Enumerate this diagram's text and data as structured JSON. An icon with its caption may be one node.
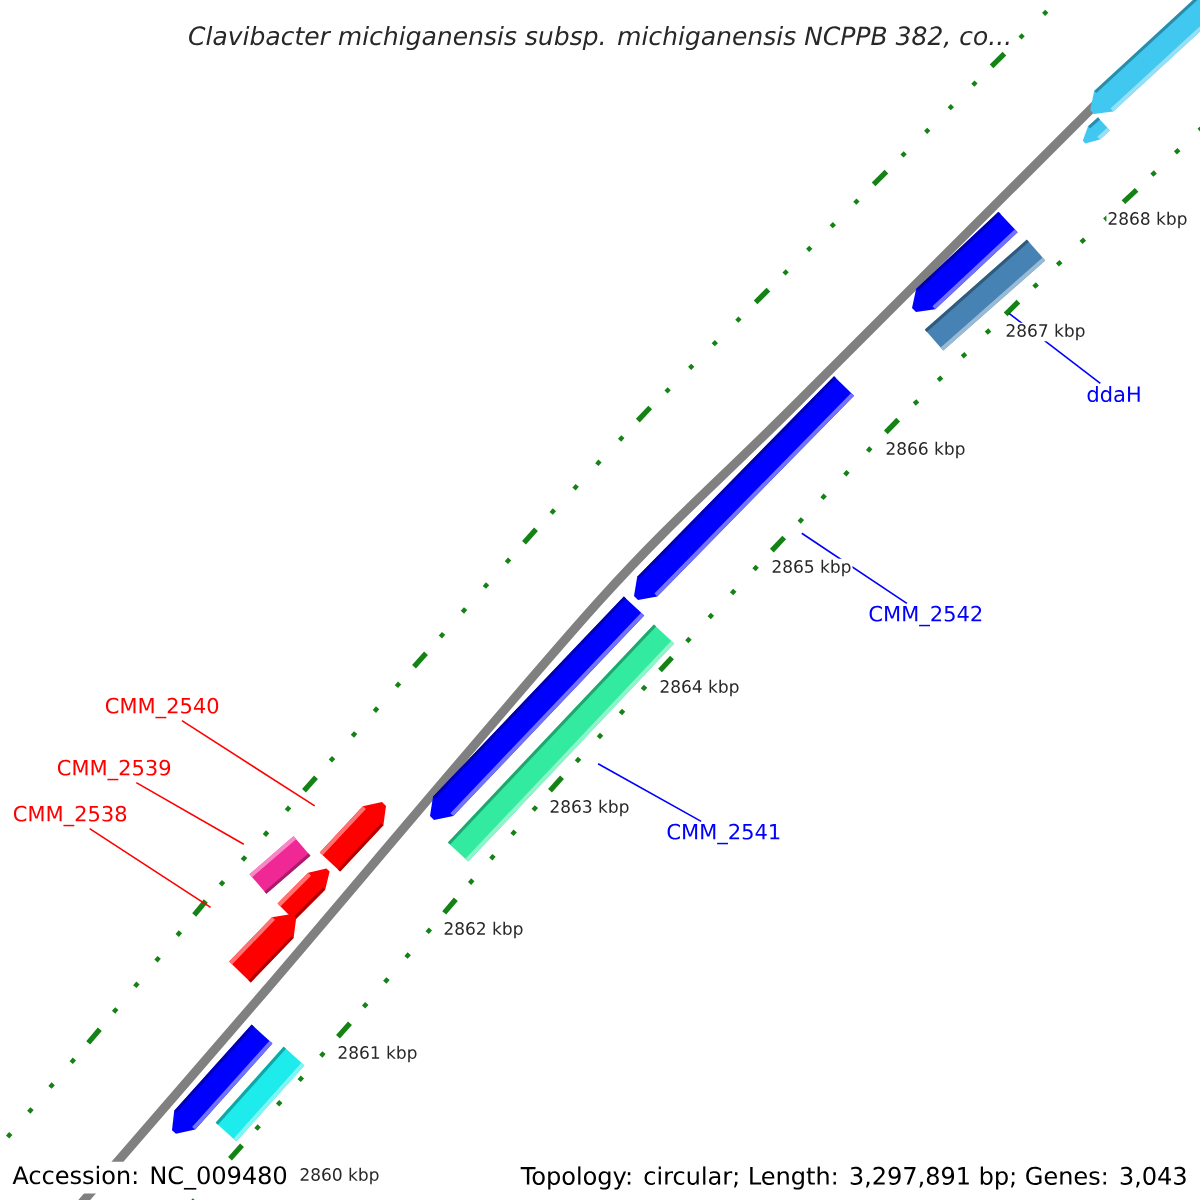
{
  "diagram": {
    "title": "Clavibacter michiganensis subsp. michiganensis NCPPB 382, co...",
    "nodes": [
      {
        "text": [
          "CMM_2540"
        ]
      },
      {
        "text": [
          "CMM_2539"
        ]
      },
      {
        "text": [
          "CMM_2538"
        ]
      },
      {
        "text": [
          "CMM_2541"
        ]
      },
      {
        "text": [
          "CMM_2542"
        ]
      },
      {
        "text": [
          "ddaH"
        ]
      },
      {
        "text": [],
        "shape": "arrow"
      },
      {
        "text": [],
        "shape": "arrow"
      },
      {
        "text": [],
        "shape": "arrow"
      },
      {
        "text": [],
        "shape": "box"
      },
      {
        "text": [],
        "shape": "arrow"
      },
      {
        "text": [],
        "shape": "arrow"
      },
      {
        "text": [],
        "shape": "box"
      },
      {
        "text": [],
        "shape": "arrow"
      },
      {
        "text": [],
        "shape": "box"
      },
      {
        "text": [],
        "shape": "arrow"
      },
      {
        "text": [],
        "shape": "arrow"
      },
      {
        "text": [],
        "shape": "arrow"
      },
      {
        "text": [],
        "shape": "box"
      }
    ],
    "edges": [
      {
        "from": 0,
        "to": 13,
        "arrow": "none",
        "color": "#ff0000"
      },
      {
        "from": 1,
        "to": 14,
        "arrow": "none",
        "color": "#ff0000"
      },
      {
        "from": 2,
        "to": 16,
        "arrow": "none",
        "color": "#ff0000"
      },
      {
        "from": 3,
        "to": 12,
        "arrow": "none",
        "color": "#0000ff"
      },
      {
        "from": 4,
        "to": 10,
        "arrow": "none",
        "color": "#0000ff"
      },
      {
        "from": 5,
        "to": 9,
        "arrow": "none",
        "color": "#0000ff"
      }
    ],
    "labels": [
      "2868 kbp",
      "2867 kbp",
      "2866 kbp",
      "2865 kbp",
      "2864 kbp",
      "2863 kbp",
      "2862 kbp",
      "2861 kbp",
      "2860 kbp",
      "Accession: NC_009480",
      "Topology: circular; Length: 3,297,891 bp; Genes: 3,043"
    ]
  }
}
